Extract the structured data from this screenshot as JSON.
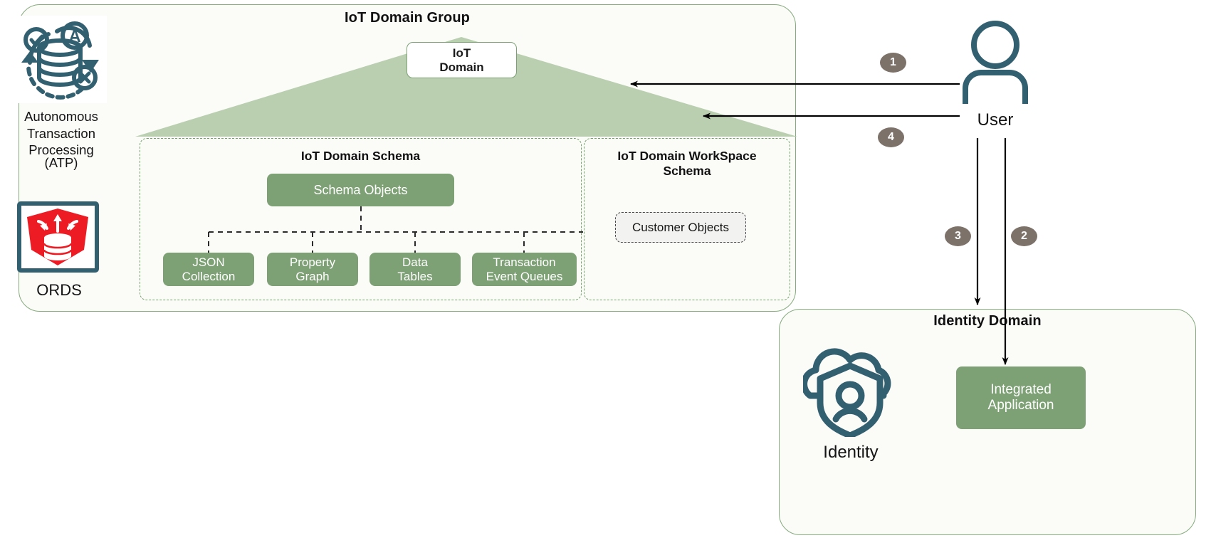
{
  "diagram": {
    "title": "IoT Domain Group architecture with Identity Domain",
    "colors": {
      "panel_border": "#86ab7e",
      "panel_fill": "#fbfbf8",
      "green_box": "#7da175",
      "roof_green": "#b9cfb0",
      "dashed_green": "#74a06b",
      "teal_icon": "#336070",
      "ords_red": "#ed1c24",
      "badge": "#7d7269",
      "arrow": "#000000"
    }
  },
  "iot_group": {
    "title": "IoT Domain Group",
    "domain_box": "IoT\nDomain",
    "domain_box_line1": "IoT",
    "domain_box_line2": "Domain",
    "schema": {
      "title": "IoT Domain Schema",
      "root": "Schema Objects",
      "children": [
        {
          "label": "JSON\nCollection",
          "line1": "JSON",
          "line2": "Collection"
        },
        {
          "label": "Property\nGraph",
          "line1": "Property",
          "line2": "Graph"
        },
        {
          "label": "Data\nTables",
          "line1": "Data",
          "line2": "Tables"
        },
        {
          "label": "Transaction\nEvent Queues",
          "line1": "Transaction",
          "line2": "Event Queues"
        }
      ]
    },
    "workspace": {
      "title_line1": "IoT Domain WorkSpace",
      "title_line2": "Schema",
      "objects": "Customer Objects"
    }
  },
  "sidebar": {
    "atp": {
      "icon": "autonomous-database-icon",
      "label_line1": "Autonomous",
      "label_line2": "Transaction",
      "label_line3": "Processing",
      "abbrev": "(ATP)"
    },
    "ords": {
      "icon": "ords-shield-database-icon",
      "label": "ORDS"
    }
  },
  "actor": {
    "icon": "user-person-icon",
    "label": "User"
  },
  "identity_domain": {
    "title": "Identity Domain",
    "identity": {
      "icon": "identity-cloud-shield-person-icon",
      "label": "Identity"
    },
    "integrated_application": {
      "line1": "Integrated",
      "line2": "Application"
    }
  },
  "flow_steps": [
    {
      "id": "1",
      "label": "1",
      "from": "User",
      "to": "IoT Domain Group"
    },
    {
      "id": "2",
      "label": "2",
      "from": "User",
      "to": "Integrated Application"
    },
    {
      "id": "3",
      "label": "3",
      "from": "User",
      "to": "Identity Domain"
    },
    {
      "id": "4",
      "label": "4",
      "from": "User",
      "to": "IoT Domain Group"
    }
  ]
}
